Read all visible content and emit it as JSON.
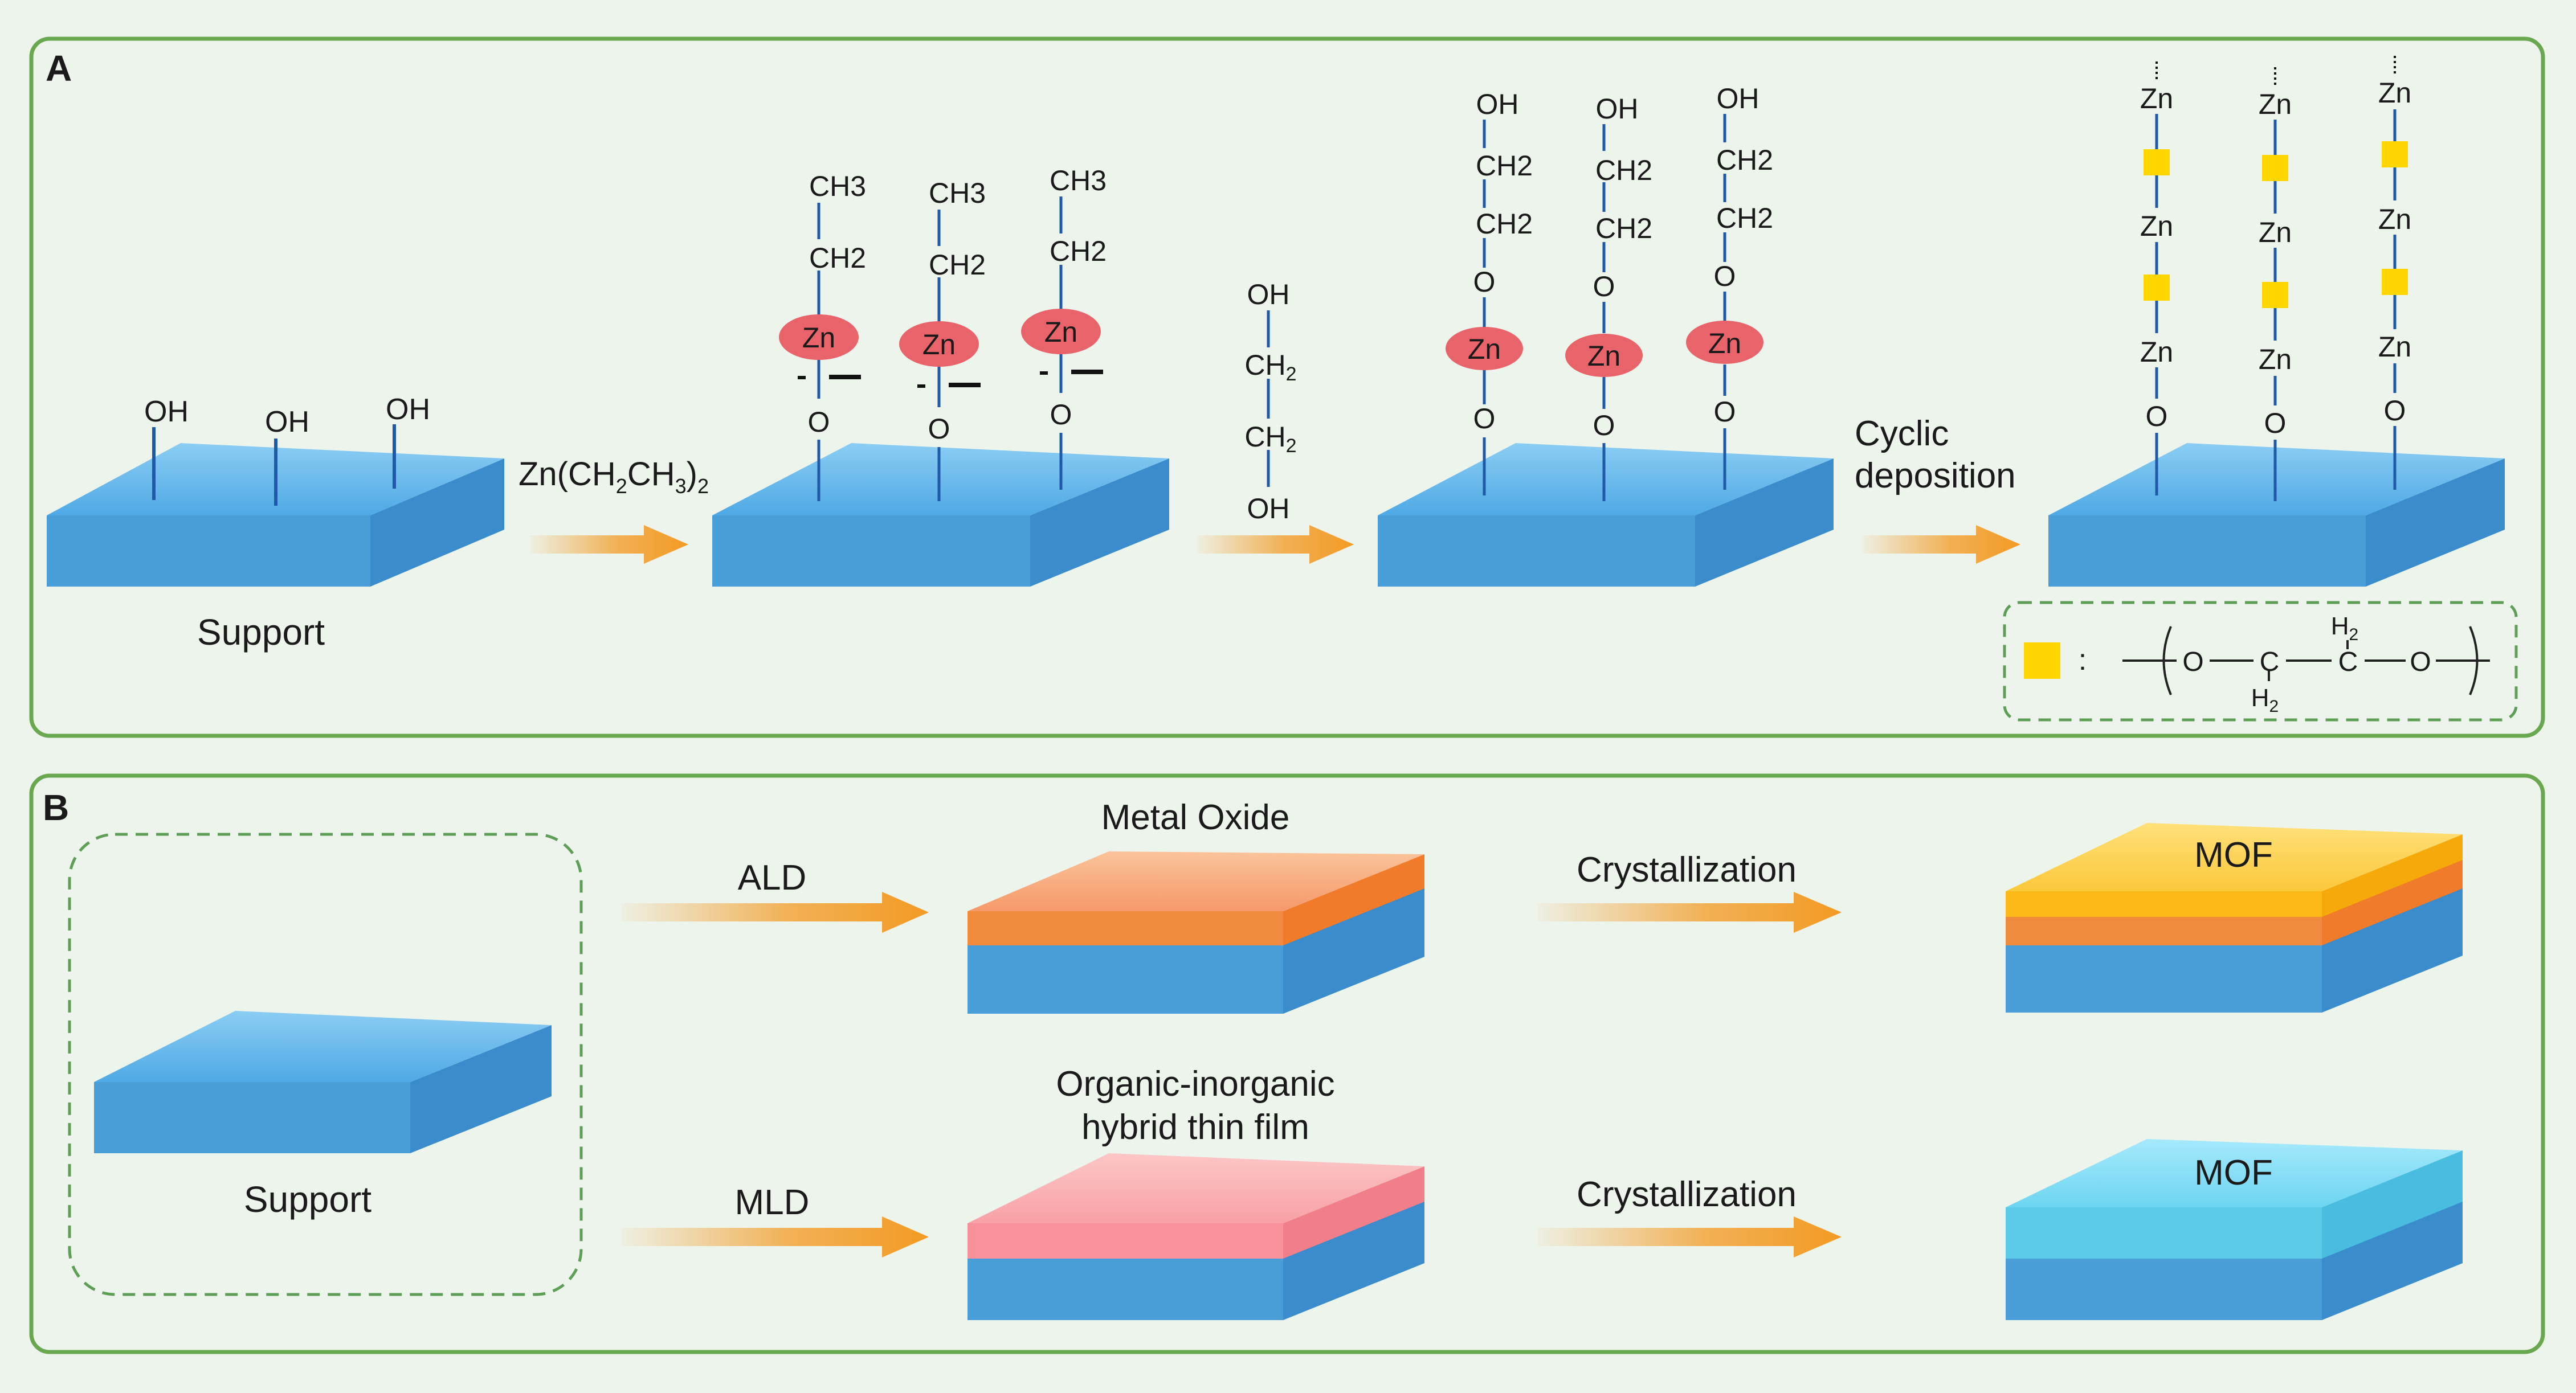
{
  "panel_a": {
    "label": "A",
    "support_label": "Support",
    "hydroxyl": "OH",
    "reagent_1": {
      "prefix": "Zn(CH",
      "sub1": "2",
      "mid": "CH",
      "sub2": "3",
      "close": ")",
      "sub3": "2"
    },
    "ethyl_ch3": "CH",
    "ethyl_ch3_sub": "3",
    "ch2": "CH",
    "ch2_sub": "2",
    "zinc": "Zn",
    "oxygen": "O",
    "chain_oh": "OH",
    "reagent_2": {
      "oh_top": "OH",
      "ch2": "CH",
      "ch2_sub": "2",
      "oh_bottom": "OH"
    },
    "step_3_line_1": "Cyclic",
    "step_3_line_2": "deposition",
    "legend": {
      "colon": ":",
      "o": "O",
      "c": "C",
      "h": "H",
      "h_sub": "2"
    }
  },
  "panel_b": {
    "label": "B",
    "support_label": "Support",
    "route_1": {
      "arrow_label": "ALD",
      "film_label": "Metal Oxide",
      "step_label": "Crystallization",
      "product_label": "MOF"
    },
    "route_2": {
      "arrow_label": "MLD",
      "film_label_line_1": "Organic-inorganic",
      "film_label_line_2": "hybrid thin film",
      "step_label": "Crystallization",
      "product_label": "MOF"
    }
  },
  "colors": {
    "background": "#edf4ec",
    "panel_border": "#6aa84f",
    "dashed_box": "#5e9e57",
    "support_top": "#5eb6ec",
    "support_front": "#4a9ed8",
    "support_side": "#3a8ccc",
    "bond_line": "#1f5aa8",
    "zinc_ellipse": "#e9636a",
    "arrow_orange": "#f39a23",
    "linker_square": "#ffd600",
    "metal_oxide": "#f7a772",
    "metal_oxide_edge": "#f08a3c",
    "hybrid_film": "#f8a9ab",
    "hybrid_film_edge": "#f08b92",
    "mof_yellow": "#fcc43a",
    "mof_yellow_edge": "#fbb816",
    "mof_cyan": "#6bd3ef",
    "mof_cyan_edge": "#4fc4e6"
  }
}
